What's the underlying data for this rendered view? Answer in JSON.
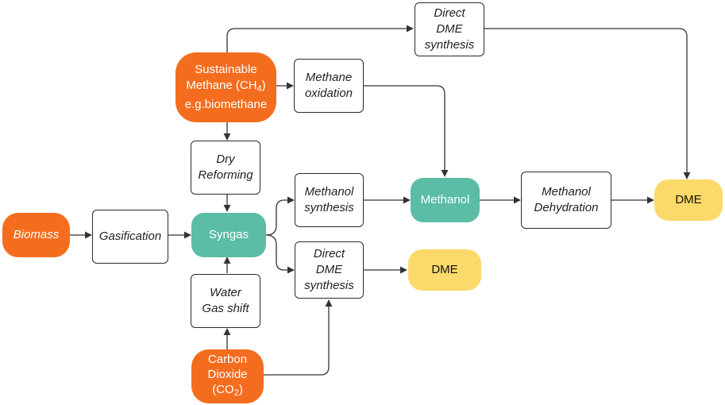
{
  "nodes": {
    "biomass": "Biomass",
    "gasification": "Gasification",
    "syngas": "Syngas",
    "sustainable_methane": {
      "line1": "Sustainable",
      "line2_pre": "Methane (CH",
      "line2_sub": "4",
      "line2_post": ")",
      "line3": "e.g.biomethane"
    },
    "direct_dme_top": "Direct\nDME\nsynthesis",
    "methane_oxidation": "Methane\noxidation",
    "dry_reforming": "Dry\nReforming",
    "methanol_synthesis": "Methanol\nsynthesis",
    "direct_dme_mid": "Direct\nDME\nsynthesis",
    "methanol": "Methanol",
    "methanol_dehydration": "Methanol\nDehydration",
    "dme_right": "DME",
    "dme_mid": "DME",
    "water_gas_shift": "Water\nGas shift",
    "carbon_dioxide": {
      "line1": "Carbon",
      "line2": "Dioxide",
      "line3_pre": "(CO",
      "line3_sub": "2",
      "line3_post": ")"
    }
  },
  "colors": {
    "feedstock": "#f46d1f",
    "intermediate": "#5bbda5",
    "product": "#fbd96a",
    "arrow": "#333333"
  }
}
